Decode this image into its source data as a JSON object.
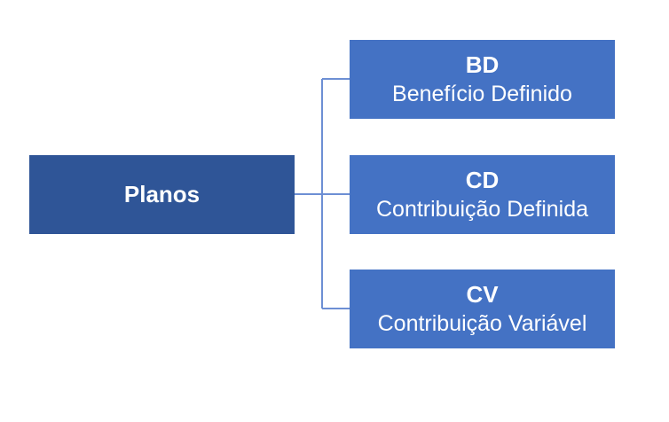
{
  "diagram": {
    "root": {
      "label": "Planos"
    },
    "children": [
      {
        "code": "BD",
        "name": "Benefício Definido"
      },
      {
        "code": "CD",
        "name": "Contribuição Definida"
      },
      {
        "code": "CV",
        "name": "Contribuição Variável"
      }
    ]
  },
  "colors": {
    "root_fill": "#2f5597",
    "child_fill": "#4472c4",
    "connector": "#6d8fd4",
    "text": "#ffffff"
  }
}
